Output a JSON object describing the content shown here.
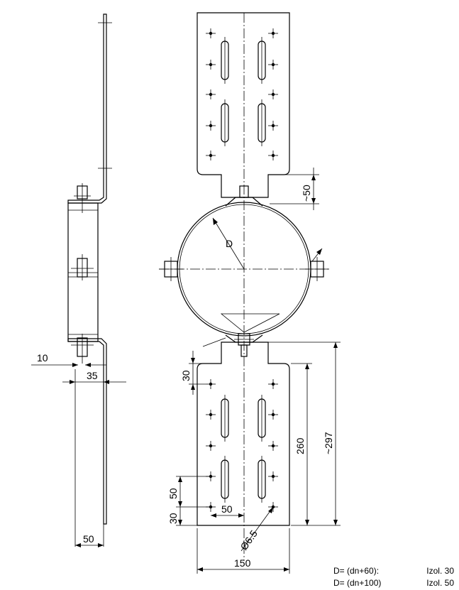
{
  "dimensions": {
    "d_label": "D",
    "dim_10": "10",
    "dim_35": "35",
    "dim_50_side": "50",
    "dim_50_top": "~50",
    "dim_30_upper": "30",
    "dim_260": "260",
    "dim_297": "~297",
    "dim_50_vertical": "50",
    "dim_50_horizontal": "50",
    "dim_30_lower": "30",
    "dim_hole": "Ø6.5",
    "dim_150": "150"
  },
  "legend": {
    "rows": [
      {
        "formula": "D= (dn+60):",
        "insulation": "Izol. 30"
      },
      {
        "formula": "D= (dn+100)",
        "insulation": "Izol. 50"
      }
    ]
  }
}
